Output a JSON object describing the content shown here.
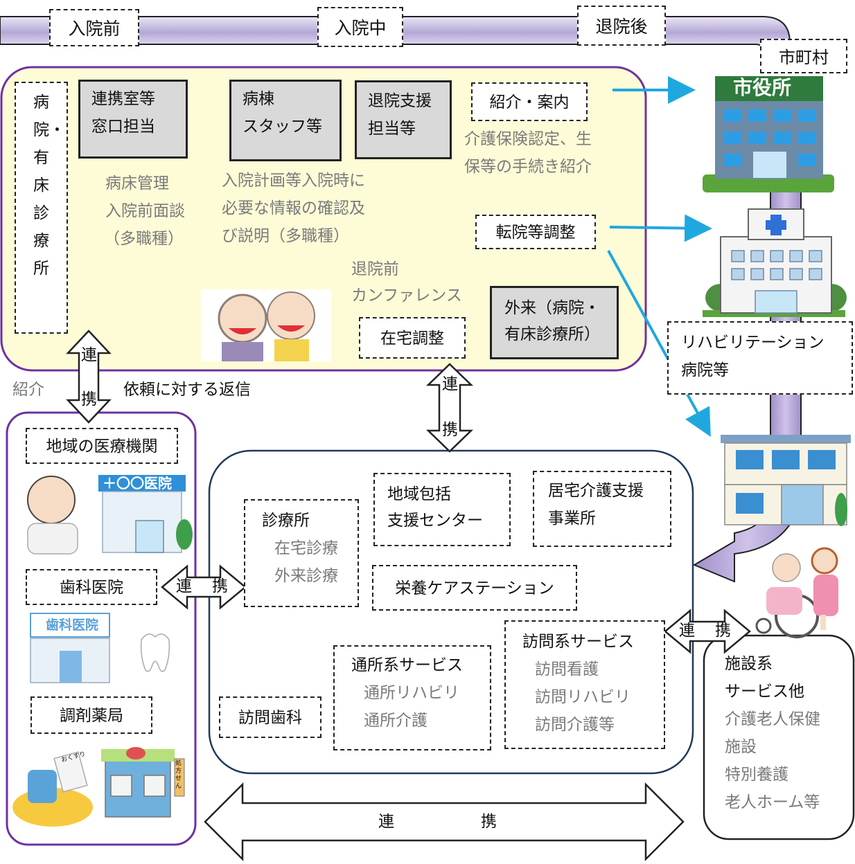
{
  "timeline": {
    "before": "入院前",
    "during": "入院中",
    "after": "退院後",
    "municipality": "市町村"
  },
  "hospital": {
    "vertical_label": "病院・有床診療所",
    "liaison_box": [
      "連携室等",
      "窓口担当"
    ],
    "ward_box": [
      "病棟",
      "スタッフ等"
    ],
    "discharge_box": [
      "退院支援",
      "担当等"
    ],
    "intro_box": "紹介・案内",
    "intro_desc": [
      "介護保険認定、生",
      "保等の手続き紹介"
    ],
    "bed_mgmt": [
      "病床管理",
      "入院前面談",
      "（多職種）"
    ],
    "admission_desc": [
      "入院計画等入院時に",
      "必要な情報の確認及",
      "び説明（多職種）"
    ],
    "transfer_box": "転院等調整",
    "conference": [
      "退院前",
      "カンファレンス"
    ],
    "home_adjust": "在宅調整",
    "outpatient": [
      "外来（病院・",
      "有床診療所）"
    ]
  },
  "city_hall_sign": "市役所",
  "rehab_box": [
    "リハビリテーション",
    "病院等"
  ],
  "links": {
    "shokai": "紹介",
    "reply": "依頼に対する返信",
    "renkei": "連携",
    "ren": "連",
    "kei": "携"
  },
  "local_medical": {
    "title": "地域の医療機関",
    "clinic_sign": "＋〇〇医院",
    "dental": "歯科医院",
    "dental_sign": "歯科医院",
    "pharmacy": "調剤薬局",
    "medicine_label": "おくすり",
    "pharmacy_sign": "処方せん"
  },
  "community": {
    "clinic": [
      "診療所",
      "在宅診療",
      "外来診療"
    ],
    "hub": [
      "地域包括",
      "支援センター"
    ],
    "care_support": [
      "居宅介護支援",
      "事業所"
    ],
    "nutrition": "栄養ケアステーション",
    "day_service": [
      "通所系サービス",
      "通所リハビリ",
      "通所介護"
    ],
    "visit_dental": "訪問歯科",
    "visit_service": [
      "訪問系サービス",
      "訪問看護",
      "訪問リハビリ",
      "訪問介護等"
    ]
  },
  "facility": [
    "施設系",
    "サービス他",
    "介護老人保健",
    "施設",
    "特別養護",
    "老人ホーム等"
  ],
  "colors": {
    "hospital_bg": "#fefcd7",
    "hospital_border": "#7030a0",
    "band": "#b4a7d6",
    "arrow_blue": "#1fa8e0"
  }
}
